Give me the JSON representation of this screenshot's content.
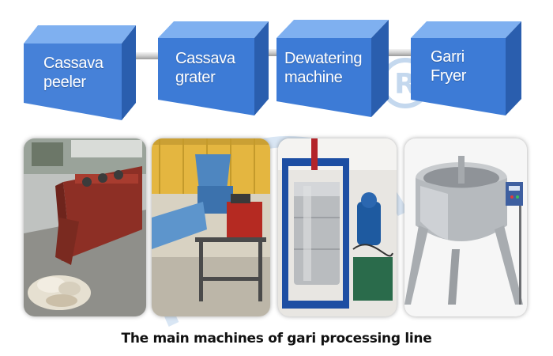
{
  "steps": [
    {
      "line1": "Cassava",
      "line2": "peeler"
    },
    {
      "line1": "Cassava",
      "line2": "grater"
    },
    {
      "line1": "Dewatering",
      "line2": "machine"
    },
    {
      "line1": "Garri",
      "line2": "Fryer"
    }
  ],
  "photos": [
    {
      "icon": "peeler-machine-photo"
    },
    {
      "icon": "grater-machine-photo"
    },
    {
      "icon": "dewatering-press-photo"
    },
    {
      "icon": "fryer-machine-photo"
    }
  ],
  "caption": "The main machines of gari processing line",
  "colors": {
    "cube_front": "#3f7fd9",
    "cube_top": "#6fa6ee",
    "cube_side": "#2a5fb3",
    "connector": "#d9d9d9",
    "watermark": "#bcd3ea"
  }
}
